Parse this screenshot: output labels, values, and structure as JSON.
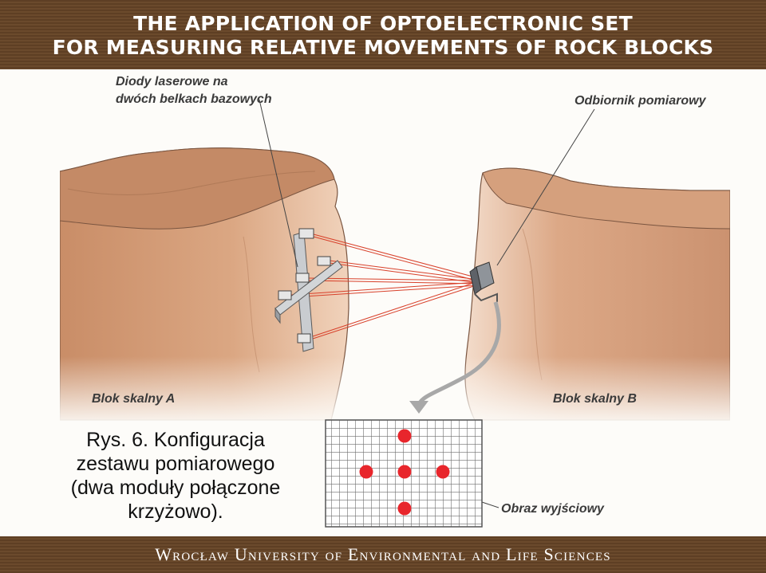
{
  "header": {
    "title_line1": "THE APPLICATION OF OPTOELECTRONIC SET",
    "title_line2": "FOR MEASURING RELATIVE MOVEMENTS OF ROCK BLOCKS"
  },
  "diagram": {
    "label_diodes_line1": "Diody laserowe na",
    "label_diodes_line2": "dwóch belkach bazowych",
    "label_receiver": "Odbiornik pomiarowy",
    "label_block_a": "Blok skalny A",
    "label_block_b": "Blok skalny B",
    "label_output": "Obraz wyjściowy"
  },
  "caption": {
    "line1": "Rys. 6. Konfiguracja",
    "line2": "zestawu pomiarowego",
    "line3": "(dwa moduły połączone",
    "line4": "krzyżowo)."
  },
  "footer": {
    "text": "Wrocław University of Environmental and Life Sciences"
  },
  "colors": {
    "header_bg": "#5e3f24",
    "rock": "#d9a07a",
    "laser": "#d8402a",
    "dot": "#e8262c"
  }
}
